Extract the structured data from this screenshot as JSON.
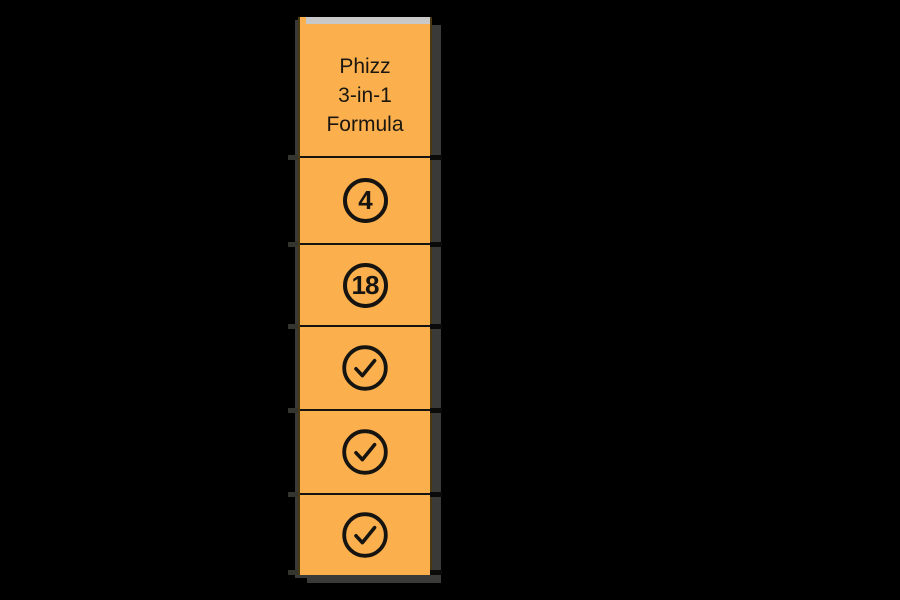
{
  "chart_data": {
    "type": "table",
    "title": "Phizz 3-in-1 Formula",
    "columns": [
      "Phizz 3-in-1 Formula"
    ],
    "rows": [
      [
        "4"
      ],
      [
        "18"
      ],
      [
        "check"
      ],
      [
        "check"
      ],
      [
        "check"
      ]
    ],
    "notes": "Single highlighted product column of a comparison table; row labels and other columns are not visible (black background)."
  },
  "column": {
    "header_lines": [
      "Phizz",
      "3-in-1",
      "Formula"
    ],
    "cells": [
      {
        "kind": "number",
        "value": "4",
        "icon": "circle-outline-icon"
      },
      {
        "kind": "number",
        "value": "18",
        "icon": "circle-outline-icon"
      },
      {
        "kind": "check",
        "icon": "check-circle-icon"
      },
      {
        "kind": "check",
        "icon": "check-circle-icon"
      },
      {
        "kind": "check",
        "icon": "check-circle-icon"
      }
    ]
  },
  "colors": {
    "background": "#000000",
    "cell_orange": "#FBB04D",
    "divider": "#161410",
    "edge_border": "#4A3910",
    "drop_shadow_gray": "#3A3A38",
    "top_strip_gray": "#C8C8C8",
    "glyph_black": "#161410"
  }
}
